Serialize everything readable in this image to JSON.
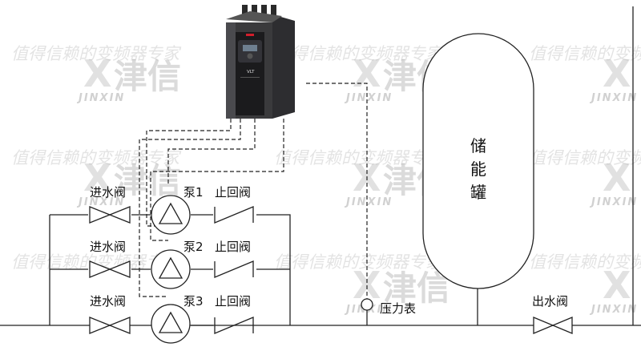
{
  "watermark": {
    "slogan": "值得信赖的变频器专家",
    "brand_cn": "津信",
    "brand_en": "JINXIN"
  },
  "vfd": {
    "display_brand": "VLT"
  },
  "labels": {
    "inlet_valve": "进水阀",
    "pump_1": "泵1",
    "pump_2": "泵2",
    "pump_3": "泵3",
    "check_valve": "止回阀",
    "pressure_gauge": "压力表",
    "outlet_valve": "出水阀",
    "tank_char_1": "储",
    "tank_char_2": "能",
    "tank_char_3": "罐"
  },
  "colors": {
    "line": "#222222",
    "vfd_body": "#3a3a3c",
    "vfd_panel": "#1b1b1d",
    "danfoss_red": "#d21e2b",
    "watermark": "#b0b0b0"
  }
}
